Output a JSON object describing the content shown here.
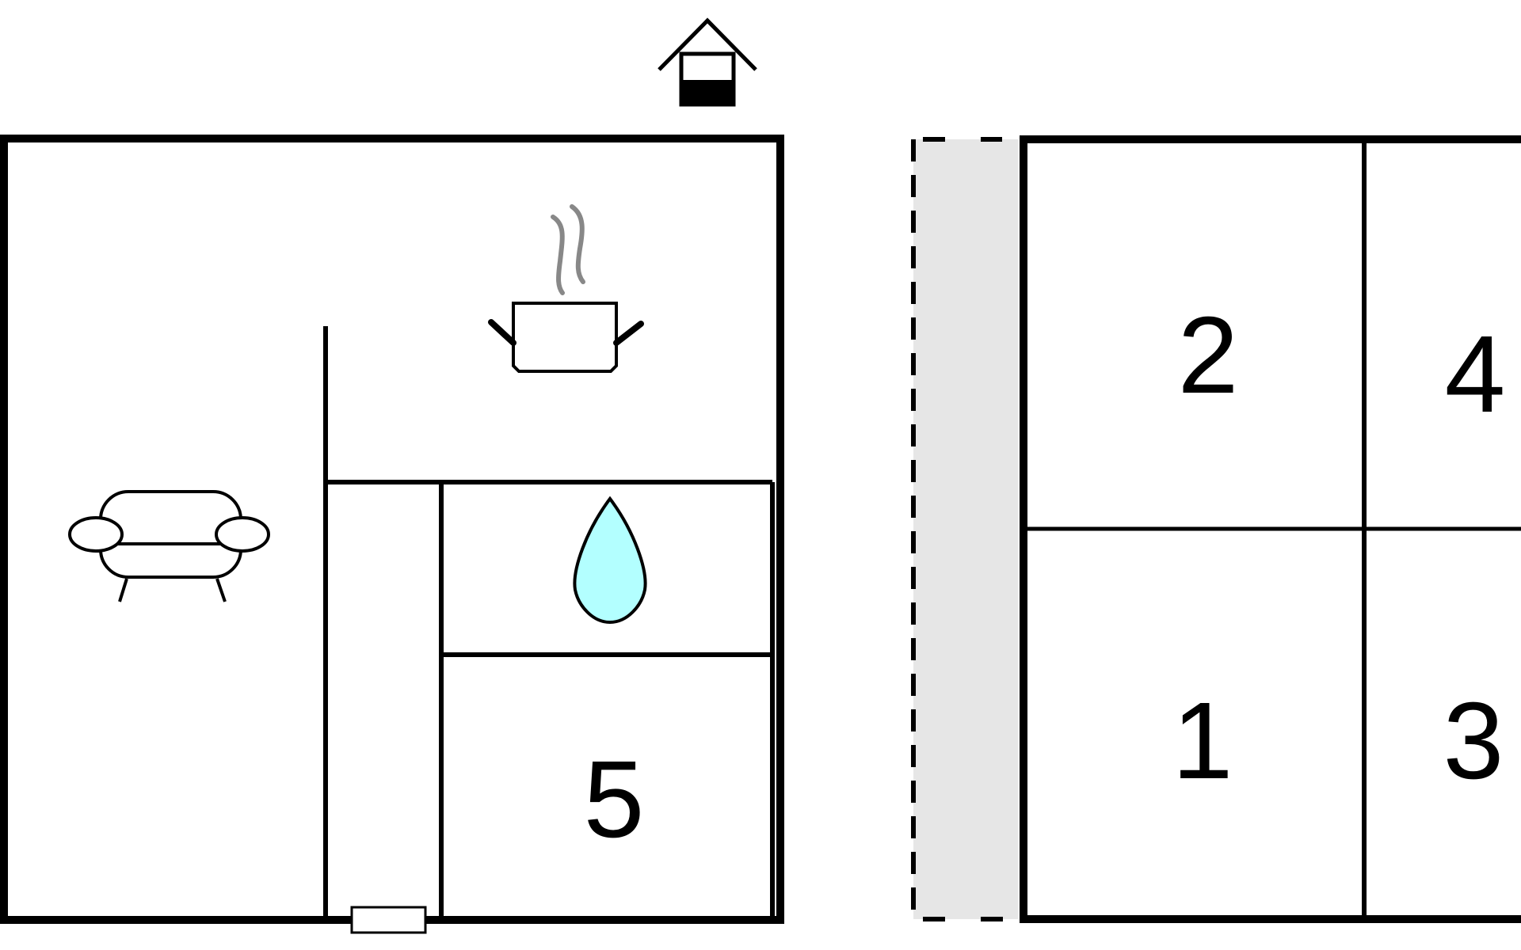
{
  "floor_plan": {
    "rooms": [
      {
        "id": "room-1",
        "label": "1"
      },
      {
        "id": "room-2",
        "label": "2"
      },
      {
        "id": "room-3",
        "label": "3"
      },
      {
        "id": "room-4",
        "label": "4"
      },
      {
        "id": "room-5",
        "label": "5"
      }
    ],
    "icons": [
      "entrance-house-icon",
      "cooking-pot-icon",
      "sofa-icon",
      "water-drop-icon",
      "door-threshold-icon"
    ],
    "colors": {
      "wall": "#000000",
      "terrace": "#e6e6e6",
      "water": "#b3ffff",
      "steam": "#888888"
    }
  }
}
